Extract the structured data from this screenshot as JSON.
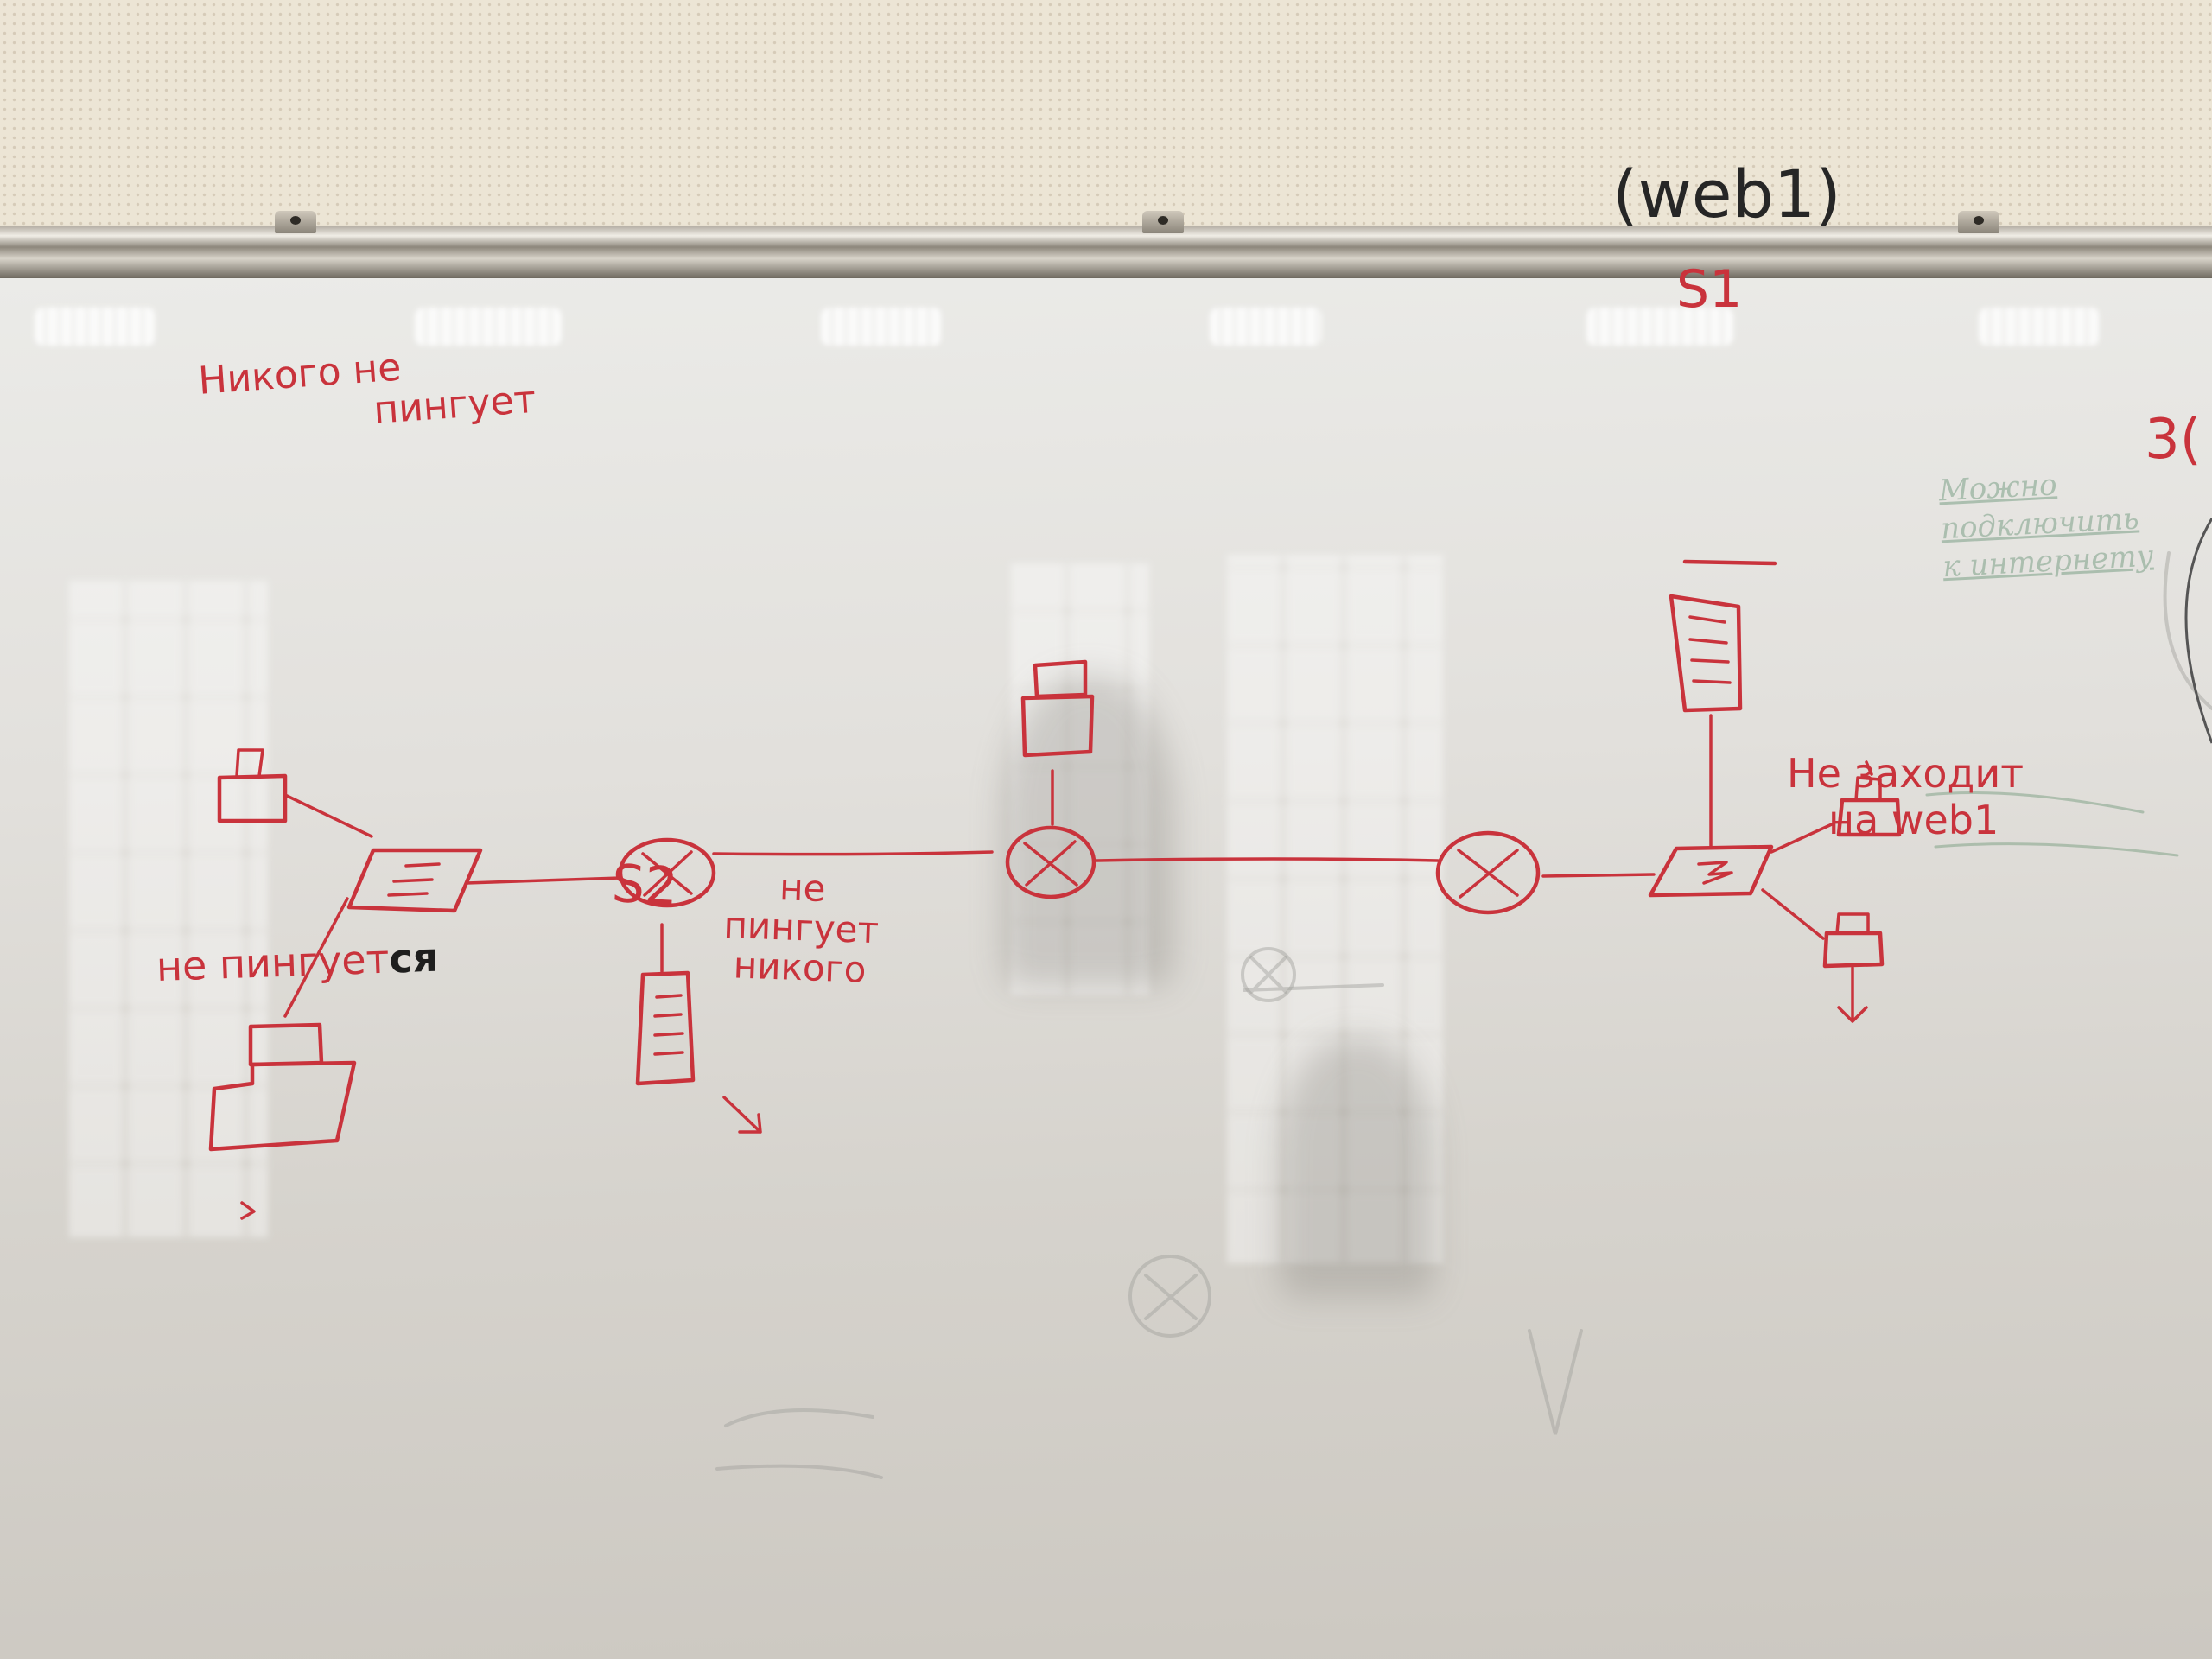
{
  "board": {
    "header_note": "(web1)",
    "server_s1_label": "S1",
    "server_s2_label": "S2",
    "annotations": {
      "left_top": [
        "Никого не",
        "пингует"
      ],
      "left_bottom_red": "не пингует",
      "left_bottom_black": "ся",
      "s2_note": [
        "не",
        "пингует",
        "никого"
      ],
      "right_bottom": [
        "Не заходит",
        "на web1"
      ],
      "right_edge_fragment": "3("
    },
    "faded_writing": [
      "Можно",
      "подключить",
      "к интернету"
    ]
  },
  "topology": {
    "routers": [
      "router-1",
      "router-2",
      "router-3"
    ],
    "switches": [
      "switch-left",
      "switch-right"
    ],
    "servers": [
      "S1",
      "S2"
    ],
    "pcs": [
      "pc-left-top",
      "pc-left-bottom",
      "pc-router2-top",
      "pc-right-top",
      "pc-right-bottom"
    ]
  }
}
